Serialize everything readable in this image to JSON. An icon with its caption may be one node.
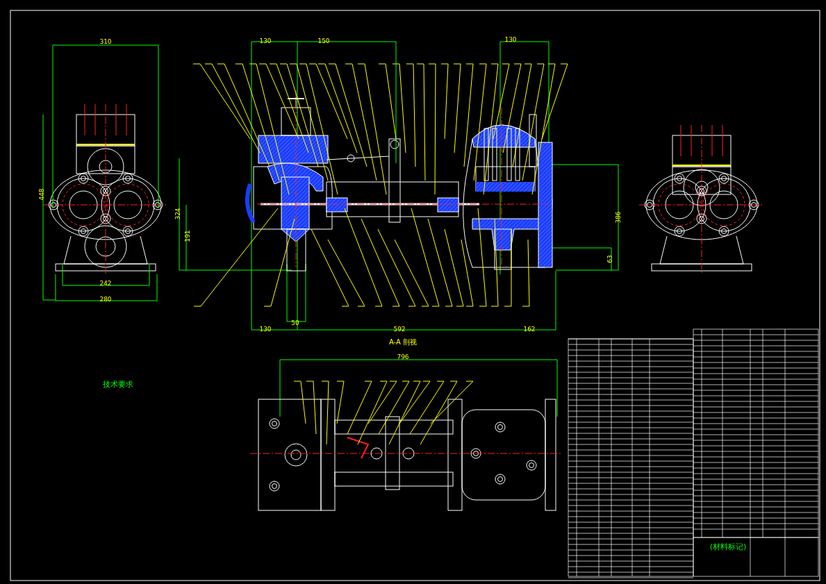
{
  "diagram": {
    "labels": [
      "310",
      "448",
      "242",
      "280",
      "130",
      "150",
      "130",
      "324",
      "191",
      "130",
      "50",
      "592",
      "162",
      "386",
      "63",
      "A-A 剖视",
      "796",
      "技术要求",
      "(材料标记)"
    ]
  }
}
